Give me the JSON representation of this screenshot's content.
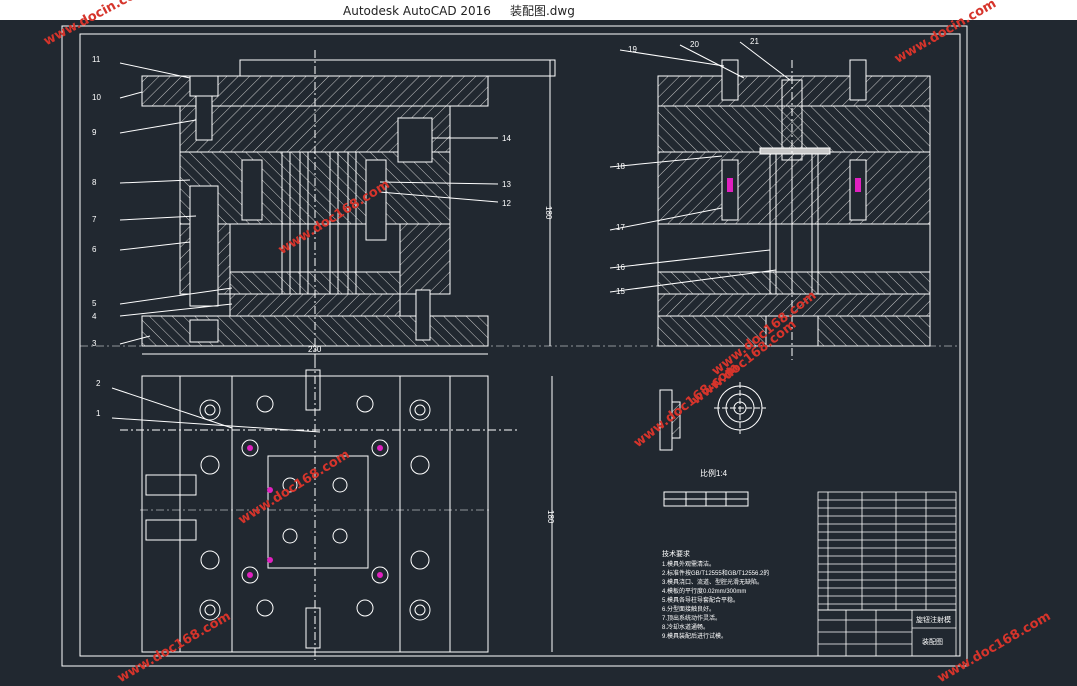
{
  "window": {
    "title": "Autodesk AutoCAD 2016     装配图.dwg"
  },
  "watermarks": [
    "www.docin.com",
    "www.docin.com",
    "www.doc168.com",
    "www.doc168.com",
    "www.doc168.com",
    "www.doc168.com",
    "www.doc168.com",
    "www.doc168.com",
    "www.doc168.com"
  ],
  "part_numbers_left": [
    "11",
    "10",
    "9",
    "8",
    "7",
    "6",
    "5",
    "4",
    "3",
    "14",
    "13",
    "12"
  ],
  "part_numbers_right": [
    "19",
    "20",
    "21",
    "18",
    "17",
    "16",
    "15"
  ],
  "part_numbers_plan": [
    "2",
    "1"
  ],
  "dimensions": {
    "width": "230",
    "height": "180",
    "height_plan": "180"
  },
  "detail_scale": "比例1:4",
  "tech_title": "技术要求",
  "tech_notes": [
    "1.模具外观需清洁。",
    "2.标准件按GB/T12555和GB/T12556.2的",
    "3.模具浇口、流道、型腔光滑无缺陷。",
    "4.模板的平行度0.02mm/300mm",
    "5.模具各导柱导套配合平稳。",
    "6.分型面接触良好。",
    "7.顶出系统动作灵活。",
    "8.冷却水道通畅。",
    "9.模具装配后进行试模。"
  ],
  "title_block": {
    "name": "旋钮注射模",
    "drawing": "装配图"
  },
  "colors": {
    "background": "#212830",
    "lines": "#ffffff",
    "hatch": "#c8c8c8",
    "accent": "#e020c0",
    "watermark": "#d6342b"
  }
}
